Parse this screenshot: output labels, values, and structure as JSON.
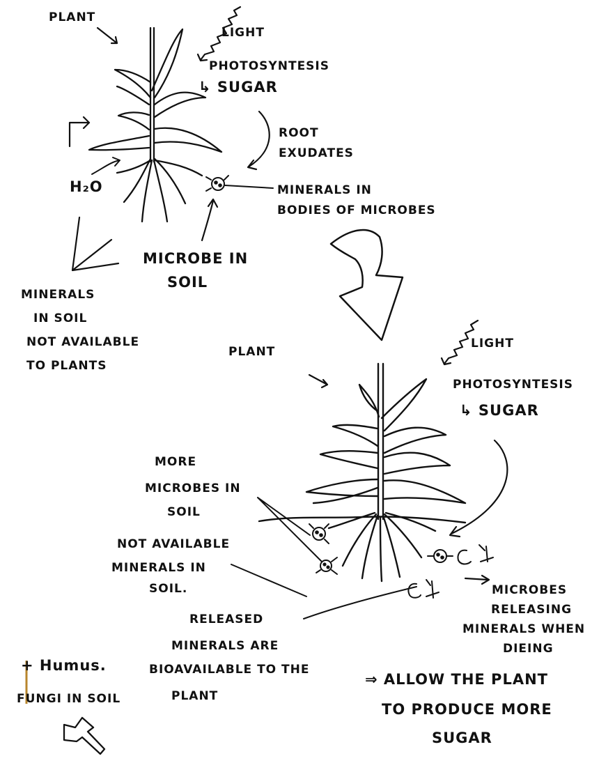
{
  "colors": {
    "ink": "#111111",
    "paper": "#ffffff",
    "humus_mark": "#b8862c"
  },
  "top_panel": {
    "plant": "PLANT",
    "light": "LIGHT",
    "photosynthesis": "PHOTOSYNTESIS",
    "sugar": "↳ SUGAR",
    "root_exudates": [
      "ROOT",
      "EXUDATES"
    ],
    "water": "H₂O",
    "minerals_in_microbes": [
      "MINERALS IN",
      "BODIES OF MICROBES"
    ],
    "microbe_in_soil": [
      "MICROBE IN",
      "SOIL"
    ],
    "minerals_not_available": [
      "MINERALS",
      "IN SOIL",
      "NOT AVAILABLE",
      "TO PLANTS"
    ]
  },
  "bottom_panel": {
    "plant": "PLANT",
    "light": "LIGHT",
    "photosynthesis": "PHOTOSYNTESIS",
    "sugar": "↳ SUGAR",
    "more_microbes": [
      "MORE",
      "MICROBES IN",
      "SOIL"
    ],
    "not_available_minerals": [
      "NOT AVAILABLE",
      "MINERALS IN",
      "SOIL."
    ],
    "microbes_releasing": [
      "MICROBES",
      "RELEASING",
      "MINERALS WHEN",
      "DIEING"
    ],
    "released_minerals": [
      "RELEASED",
      "MINERALS ARE",
      "BIOAVAILABLE TO THE",
      "PLANT"
    ],
    "allow_plant": [
      "⇒ ALLOW THE PLANT",
      "TO PRODUCE MORE",
      "SUGAR"
    ]
  },
  "notes": {
    "humus": "+ Humus.",
    "fungi": "FUNGI IN SOIL"
  }
}
